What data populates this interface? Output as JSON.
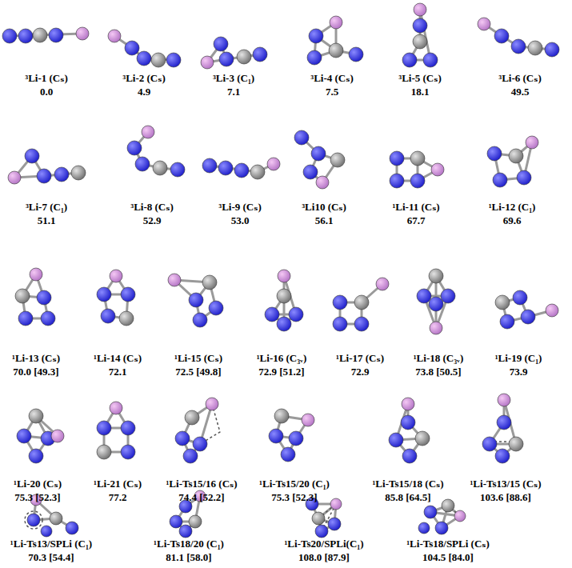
{
  "diagram": {
    "labels": [
      "³Li-1 (Cₛ)",
      "0.0",
      "³Li-2 (Cₛ)",
      "4.9",
      "³Li-3 (C₁)",
      "7.1",
      "³Li-4 (Cₛ)",
      "7.5",
      "³Li-5 (Cₛ)",
      "18.1",
      "³Li-6 (Cₛ)",
      "49.5",
      "³Li-7 (C₁)",
      "51.1",
      "³Li-8 (Cₛ)",
      "52.9",
      "³Li-9 (Cₛ)",
      "53.0",
      "³Li10 (Cₛ)",
      "56.1",
      "¹Li-11 (Cₛ)",
      "67.7",
      "¹Li-12 (C₁)",
      "69.6",
      "¹Li-13 (Cₛ)",
      "70.0 [49.3]",
      "¹Li-14 (Cₛ)",
      "72.1",
      "¹Li-15 (Cₛ)",
      "72.5 [49.8]",
      "¹Li-16 (C₃ᵥ)",
      "72.9 [51.2]",
      "¹Li-17 (Cₛ)",
      "72.9",
      "¹Li-18 (C₃ᵥ)",
      "73.8 [50.5]",
      "¹Li-19 (C₁)",
      "73.9",
      "¹Li-20 (Cₛ)",
      "75.3 [52.3]",
      "¹Li-21 (Cₛ)",
      "77.2",
      "¹Li-Ts15/16 (Cₛ)",
      "74.4 [52.2]",
      "¹Li-Ts15/20 (C₁)",
      "75.3 [52.3]",
      "¹Li-Ts15/18 (Cₛ)",
      "85.8 [64.5]",
      "¹Li-Ts13/15 (Cₛ)",
      "103.6 [88.6]",
      "¹Li-Ts13/SPLi (C₁)",
      "70.3 [54.4]",
      "¹Li-Ts18/20 (C₁)",
      "81.1 [58.0]",
      "¹Li-Ts20/SPLi(C₁)",
      "108.0 [87.9]",
      "¹Li-Ts18/SPLi (Cₛ)",
      "104.5 [84.0]"
    ]
  }
}
